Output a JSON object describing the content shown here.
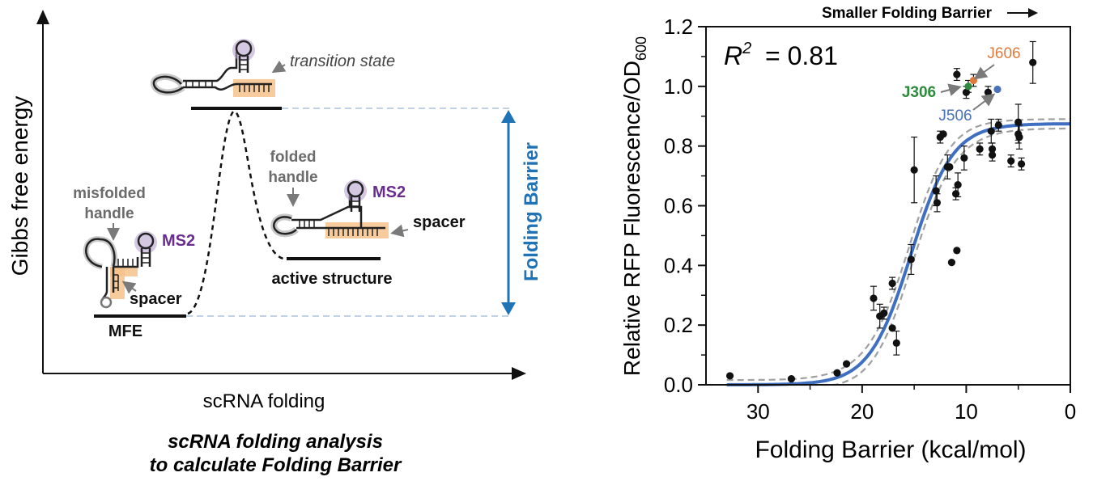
{
  "left_panel": {
    "y_axis_label": "Gibbs free energy",
    "x_axis_label": "scRNA folding",
    "caption_line1": "scRNA folding analysis",
    "caption_line2": "to calculate Folding Barrier",
    "barrier_label": "Folding Barrier",
    "states": {
      "transition": "transition state",
      "mfe": "MFE",
      "active": "active structure"
    },
    "annotations": {
      "misfolded_handle_1": "misfolded",
      "misfolded_handle_2": "handle",
      "folded_handle_1": "folded",
      "folded_handle_2": "handle",
      "ms2_a": "MS2",
      "ms2_b": "MS2",
      "spacer_a": "spacer",
      "spacer_b": "spacer"
    },
    "colors": {
      "barrier": "#1f73b7",
      "ms2": "#6a2c8f",
      "spacer": "#f6c28b"
    }
  },
  "right_panel": {
    "top_label": "Smaller Folding Barrier",
    "r2_text": "= 0.81",
    "r2_label": "R",
    "r2_sup": "2",
    "point_labels": {
      "j606": "J606",
      "j306": "J306",
      "j506": "J506"
    },
    "label_colors": {
      "j606": "#e07a3a",
      "j306": "#2e8b3e",
      "j506": "#4a72b8"
    },
    "fit_color": "#3f6fc1",
    "ci_color": "#a0a0a0"
  },
  "chart_data": {
    "type": "scatter",
    "xlabel": "Folding Barrier (kcal/mol)",
    "ylabel": "Relative RFP Fluorescence/OD",
    "ylabel_sub": "600",
    "xlim": [
      35,
      0
    ],
    "ylim": [
      0,
      1.2
    ],
    "x_ticks": [
      30,
      20,
      10,
      0
    ],
    "y_ticks": [
      0.0,
      0.2,
      0.4,
      0.6,
      0.8,
      1.0,
      1.2
    ],
    "y_tick_labels": [
      "0.0",
      "0.2",
      "0.4",
      "0.6",
      "0.8",
      "1.0",
      "1.2"
    ],
    "fit": {
      "model": "sigmoid",
      "bottom": 0.0,
      "top": 0.875,
      "x50": 15.3,
      "slope": 2.0,
      "ci_band": 0.045
    },
    "points": [
      {
        "x": 32.7,
        "y": 0.03,
        "err": 0
      },
      {
        "x": 26.8,
        "y": 0.02,
        "err": 0
      },
      {
        "x": 22.4,
        "y": 0.04,
        "err": 0
      },
      {
        "x": 21.5,
        "y": 0.07,
        "err": 0
      },
      {
        "x": 18.9,
        "y": 0.29,
        "err": 0.04
      },
      {
        "x": 18.3,
        "y": 0.23,
        "err": 0.04
      },
      {
        "x": 17.9,
        "y": 0.24,
        "err": 0.02
      },
      {
        "x": 17.1,
        "y": 0.34,
        "err": 0.02
      },
      {
        "x": 17.1,
        "y": 0.19,
        "err": 0
      },
      {
        "x": 16.7,
        "y": 0.14,
        "err": 0.04
      },
      {
        "x": 15.3,
        "y": 0.42,
        "err": 0.05
      },
      {
        "x": 15.0,
        "y": 0.72,
        "err": 0.11
      },
      {
        "x": 12.9,
        "y": 0.65,
        "err": 0.05
      },
      {
        "x": 12.8,
        "y": 0.61,
        "err": 0.03
      },
      {
        "x": 12.5,
        "y": 0.83,
        "err": 0.02
      },
      {
        "x": 12.2,
        "y": 0.84,
        "err": 0
      },
      {
        "x": 11.8,
        "y": 0.73,
        "err": 0.04
      },
      {
        "x": 11.6,
        "y": 0.73,
        "err": 0
      },
      {
        "x": 11.4,
        "y": 0.41,
        "err": 0
      },
      {
        "x": 11.0,
        "y": 0.64,
        "err": 0.02
      },
      {
        "x": 10.8,
        "y": 0.67,
        "err": 0.04
      },
      {
        "x": 10.9,
        "y": 0.45,
        "err": 0
      },
      {
        "x": 10.9,
        "y": 1.04,
        "err": 0.02
      },
      {
        "x": 10.2,
        "y": 0.76,
        "err": 0.04
      },
      {
        "x": 10.0,
        "y": 0.98,
        "err": 0.02
      },
      {
        "x": 9.8,
        "y": 1.0,
        "err": 0.02,
        "label": "J306"
      },
      {
        "x": 9.3,
        "y": 1.02,
        "err": 0.02,
        "label": "J606"
      },
      {
        "x": 8.7,
        "y": 0.79,
        "err": 0.02
      },
      {
        "x": 7.9,
        "y": 0.98,
        "err": 0.02
      },
      {
        "x": 7.6,
        "y": 0.85,
        "err": 0.04
      },
      {
        "x": 7.5,
        "y": 0.79,
        "err": 0.02
      },
      {
        "x": 7.5,
        "y": 0.77,
        "err": 0.02
      },
      {
        "x": 7.0,
        "y": 0.99,
        "err": 0,
        "label": "J506"
      },
      {
        "x": 6.9,
        "y": 0.87,
        "err": 0.02
      },
      {
        "x": 5.7,
        "y": 0.75,
        "err": 0.02
      },
      {
        "x": 5.0,
        "y": 0.88,
        "err": 0.06
      },
      {
        "x": 5.0,
        "y": 0.84,
        "err": 0.03
      },
      {
        "x": 4.9,
        "y": 0.83,
        "err": 0.04
      },
      {
        "x": 4.7,
        "y": 0.74,
        "err": 0.02
      },
      {
        "x": 3.6,
        "y": 1.08,
        "err": 0.07
      }
    ]
  }
}
